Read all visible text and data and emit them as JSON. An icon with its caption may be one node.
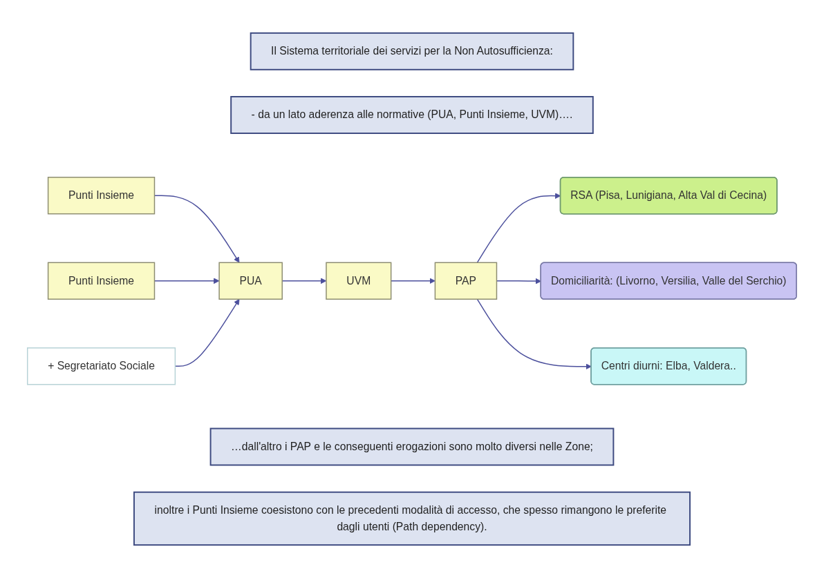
{
  "diagram": {
    "nodes": [
      {
        "text": [
          "Il Sistema territoriale dei servizi per la Non Autosufficienza:"
        ]
      },
      {
        "text": [
          "- da un lato aderenza alle normative (PUA, Punti Insieme, UVM)…."
        ]
      },
      {
        "text": [
          "Punti Insieme"
        ]
      },
      {
        "text": [
          "Punti Insieme"
        ]
      },
      {
        "text": [
          "PUA"
        ]
      },
      {
        "text": [
          "+ Segretariato Sociale"
        ]
      },
      {
        "text": [
          "UVM"
        ]
      },
      {
        "text": [
          "PAP"
        ]
      },
      {
        "text": [
          "RSA (Pisa, Lunigiana, Alta Val di Cecina)"
        ]
      },
      {
        "text": [
          "Domiciliarità: (Livorno, Versilia, Valle del Serchio)"
        ]
      },
      {
        "text": [
          "Centri diurni: Elba, Valdera.."
        ]
      },
      {
        "text": [
          "…dall'altro i PAP e le conseguenti erogazioni sono molto diversi nelle Zone;"
        ]
      },
      {
        "text": [
          "inoltre i Punti Insieme coesistono con le precedenti modalità di accesso, che spesso rimangono le preferite dagli utenti (Path dependency)."
        ]
      }
    ],
    "edges": [
      {
        "from": 2,
        "to": 4,
        "arrow": "to"
      },
      {
        "from": 3,
        "to": 4,
        "arrow": "to"
      },
      {
        "from": 5,
        "to": 4,
        "arrow": "to"
      },
      {
        "from": 4,
        "to": 6,
        "arrow": "to"
      },
      {
        "from": 6,
        "to": 7,
        "arrow": "to"
      },
      {
        "from": 7,
        "to": 8,
        "arrow": "to"
      },
      {
        "from": 7,
        "to": 9,
        "arrow": "to"
      },
      {
        "from": 7,
        "to": 10,
        "arrow": "to"
      }
    ]
  }
}
